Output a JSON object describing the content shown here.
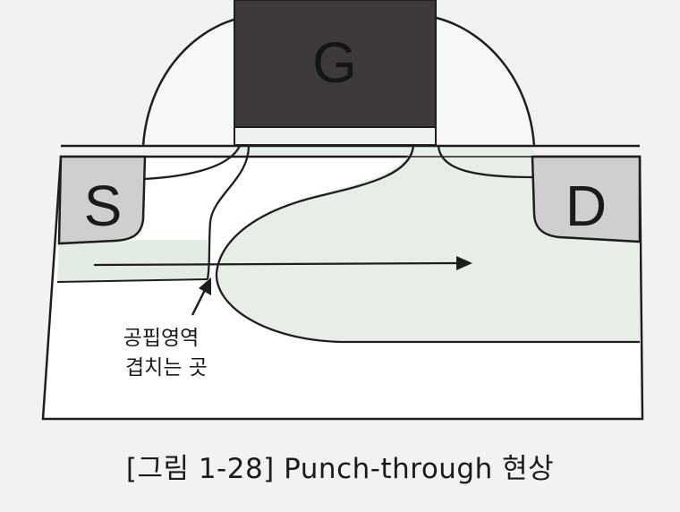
{
  "figure": {
    "gate_label": "G",
    "source_label": "S",
    "drain_label": "D",
    "annotation": {
      "line1": "공핍영역",
      "line2": "겹치는 곳"
    },
    "caption": "[그림 1-28] Punch-through 현상"
  },
  "colors": {
    "gate_fill": "#3e3a3c",
    "terminal_fill": "#cfcfcf",
    "channel_fill": "#e3ece3",
    "substrate_fill": "#ffffff",
    "outline": "#1e1e1e"
  }
}
